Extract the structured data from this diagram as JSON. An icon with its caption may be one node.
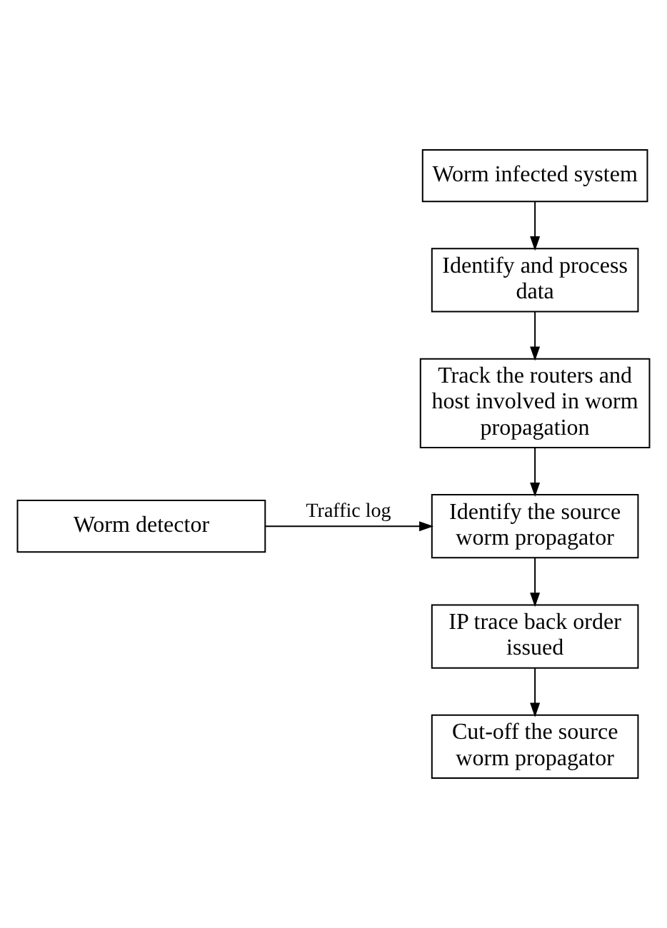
{
  "diagram": {
    "nodes": [
      {
        "text": [
          "Worm infected system"
        ]
      },
      {
        "text": [
          "Identify and process data"
        ]
      },
      {
        "text": [
          "Track the routers and host involved in worm propagation"
        ]
      },
      {
        "text": [
          "Identify the source worm propagator"
        ]
      },
      {
        "text": [
          "Worm detector"
        ]
      },
      {
        "text": [
          "IP trace back order issued"
        ]
      },
      {
        "text": [
          "Cut-off the source worm propagator"
        ]
      }
    ],
    "edges": [
      {
        "from": 0,
        "to": 1,
        "arrow": "to"
      },
      {
        "from": 1,
        "to": 2,
        "arrow": "to"
      },
      {
        "from": 2,
        "to": 3,
        "arrow": "to"
      },
      {
        "from": 4,
        "to": 3,
        "arrow": "to",
        "label": "Traffic log"
      },
      {
        "from": 3,
        "to": 5,
        "arrow": "to"
      },
      {
        "from": 5,
        "to": 6,
        "arrow": "to"
      }
    ]
  }
}
